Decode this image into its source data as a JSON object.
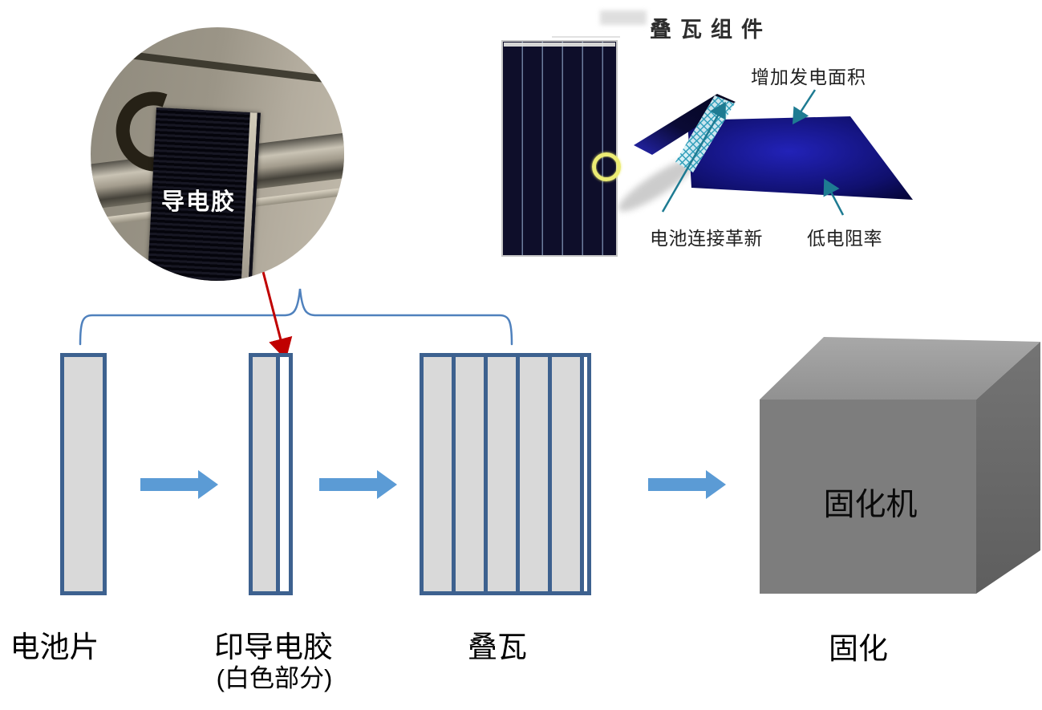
{
  "photo_inset": {
    "label": "导电胶"
  },
  "module_illustration": {
    "title": "叠瓦组件",
    "labels": {
      "top": "增加发电面积",
      "left": "电池连接革新",
      "right": "低电阻率"
    }
  },
  "process_flow": {
    "steps": [
      {
        "id": "cell",
        "label": "电池片"
      },
      {
        "id": "print-adhesive",
        "label": "印导电胶",
        "sublabel": "(白色部分)"
      },
      {
        "id": "shingle",
        "label": "叠瓦"
      },
      {
        "id": "cure",
        "label": "固化",
        "box_label": "固化机"
      }
    ]
  },
  "colors": {
    "flow_outline": "#3d618f",
    "flow_fill": "#d9d9d9",
    "arrow_blue": "#5b9bd5",
    "brace_blue": "#4f81bd",
    "annotation_red": "#c00000",
    "leader_teal": "#1e7b92",
    "highlight_yellow": "#ecec74",
    "panel_navy": "#0e0e2a",
    "cube_gray": "#7d7d7d"
  }
}
